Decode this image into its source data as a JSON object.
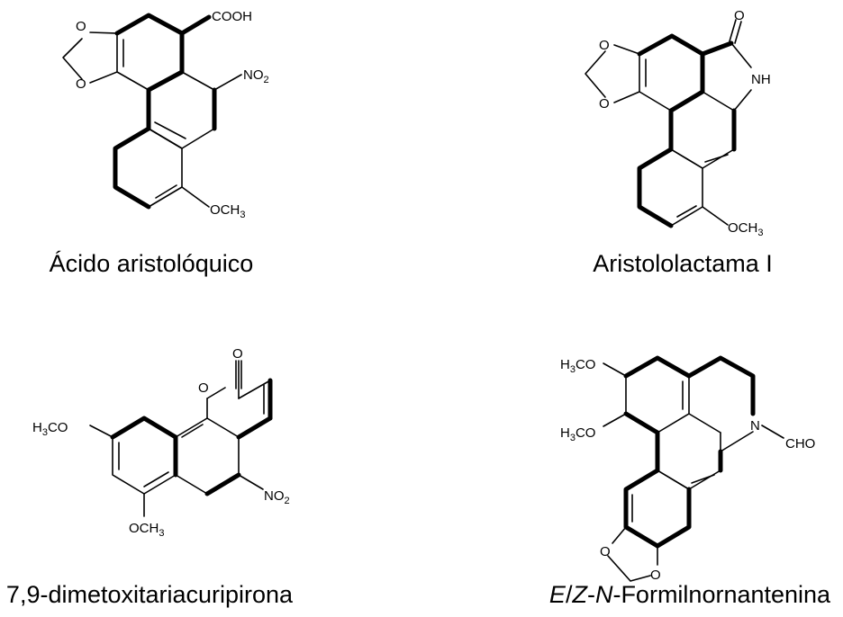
{
  "compounds": [
    {
      "name": "Ácido aristolóquico",
      "labels": {
        "cooh": "COOH",
        "no2_main": "NO",
        "no2_sub": "2",
        "och3_main": "OCH",
        "och3_sub": "3",
        "o1": "O",
        "o2": "O"
      }
    },
    {
      "name": "Aristololactama I",
      "labels": {
        "o_carbonyl": "O",
        "nh": "NH",
        "och3_main": "OCH",
        "och3_sub": "3",
        "o1": "O",
        "o2": "O"
      }
    },
    {
      "name": "7,9-dimetoxitariacuripirona",
      "labels": {
        "o_carbonyl": "O",
        "o_ring": "O",
        "h3co_pre": "H",
        "h3co_sub": "3",
        "h3co_post": "CO",
        "no2_main": "NO",
        "no2_sub": "2",
        "och3_main": "OCH",
        "och3_sub": "3"
      }
    },
    {
      "name_part1": "E",
      "name_part2": "/",
      "name_part3": "Z",
      "name_part4": "-",
      "name_part5": "N",
      "name_part6": "-Formilnornantenina",
      "labels": {
        "h3co1_pre": "H",
        "h3co1_sub": "3",
        "h3co1_post": "CO",
        "h3co2_pre": "H",
        "h3co2_sub": "3",
        "h3co2_post": "CO",
        "n": "N",
        "cho": "CHO",
        "o1": "O",
        "o2": "O"
      }
    }
  ]
}
